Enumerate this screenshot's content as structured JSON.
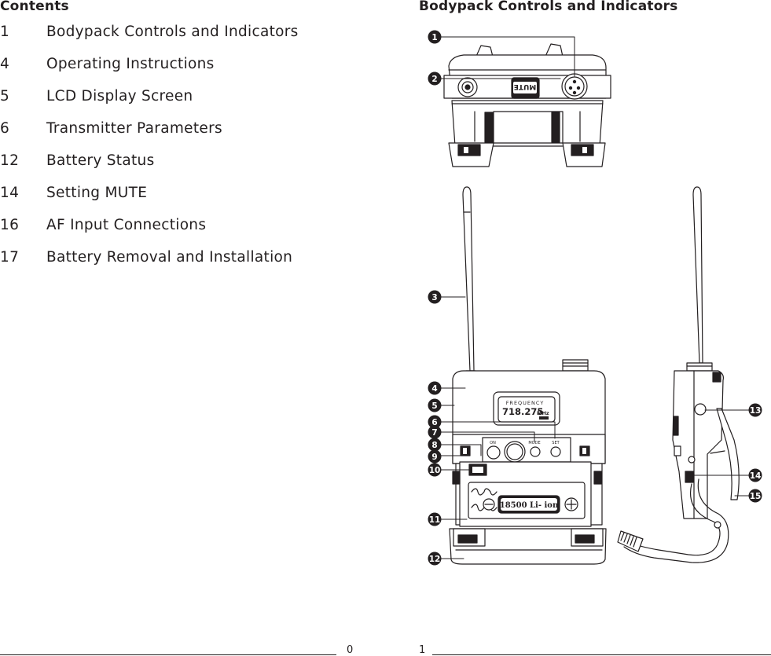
{
  "left_page": {
    "heading": "Contents",
    "toc": [
      {
        "page": "1",
        "title": "Bodypack Controls and Indicators"
      },
      {
        "page": "4",
        "title": "Operating Instructions"
      },
      {
        "page": "5",
        "title": "LCD Display Screen"
      },
      {
        "page": "6",
        "title": "Transmitter Parameters"
      },
      {
        "page": "12",
        "title": "Battery Status"
      },
      {
        "page": "14",
        "title": "Setting MUTE"
      },
      {
        "page": "16",
        "title": "AF Input Connections"
      },
      {
        "page": "17",
        "title": "Battery Removal and Installation"
      }
    ],
    "page_number": "0"
  },
  "right_page": {
    "heading": "Bodypack Controls and Indicators",
    "page_number": "1",
    "diagram": {
      "mute_label": "MUTE",
      "lcd_label": "FREQUENCY",
      "lcd_value": "718.275",
      "lcd_unit": "MHz",
      "button_labels": {
        "on": "ON",
        "mode": "MODE",
        "set": "SET"
      },
      "battery_label": "18500 Li- ion",
      "callouts": [
        "1",
        "2",
        "3",
        "4",
        "5",
        "6",
        "7",
        "8",
        "9",
        "10",
        "11",
        "12",
        "13",
        "14",
        "15"
      ]
    }
  }
}
